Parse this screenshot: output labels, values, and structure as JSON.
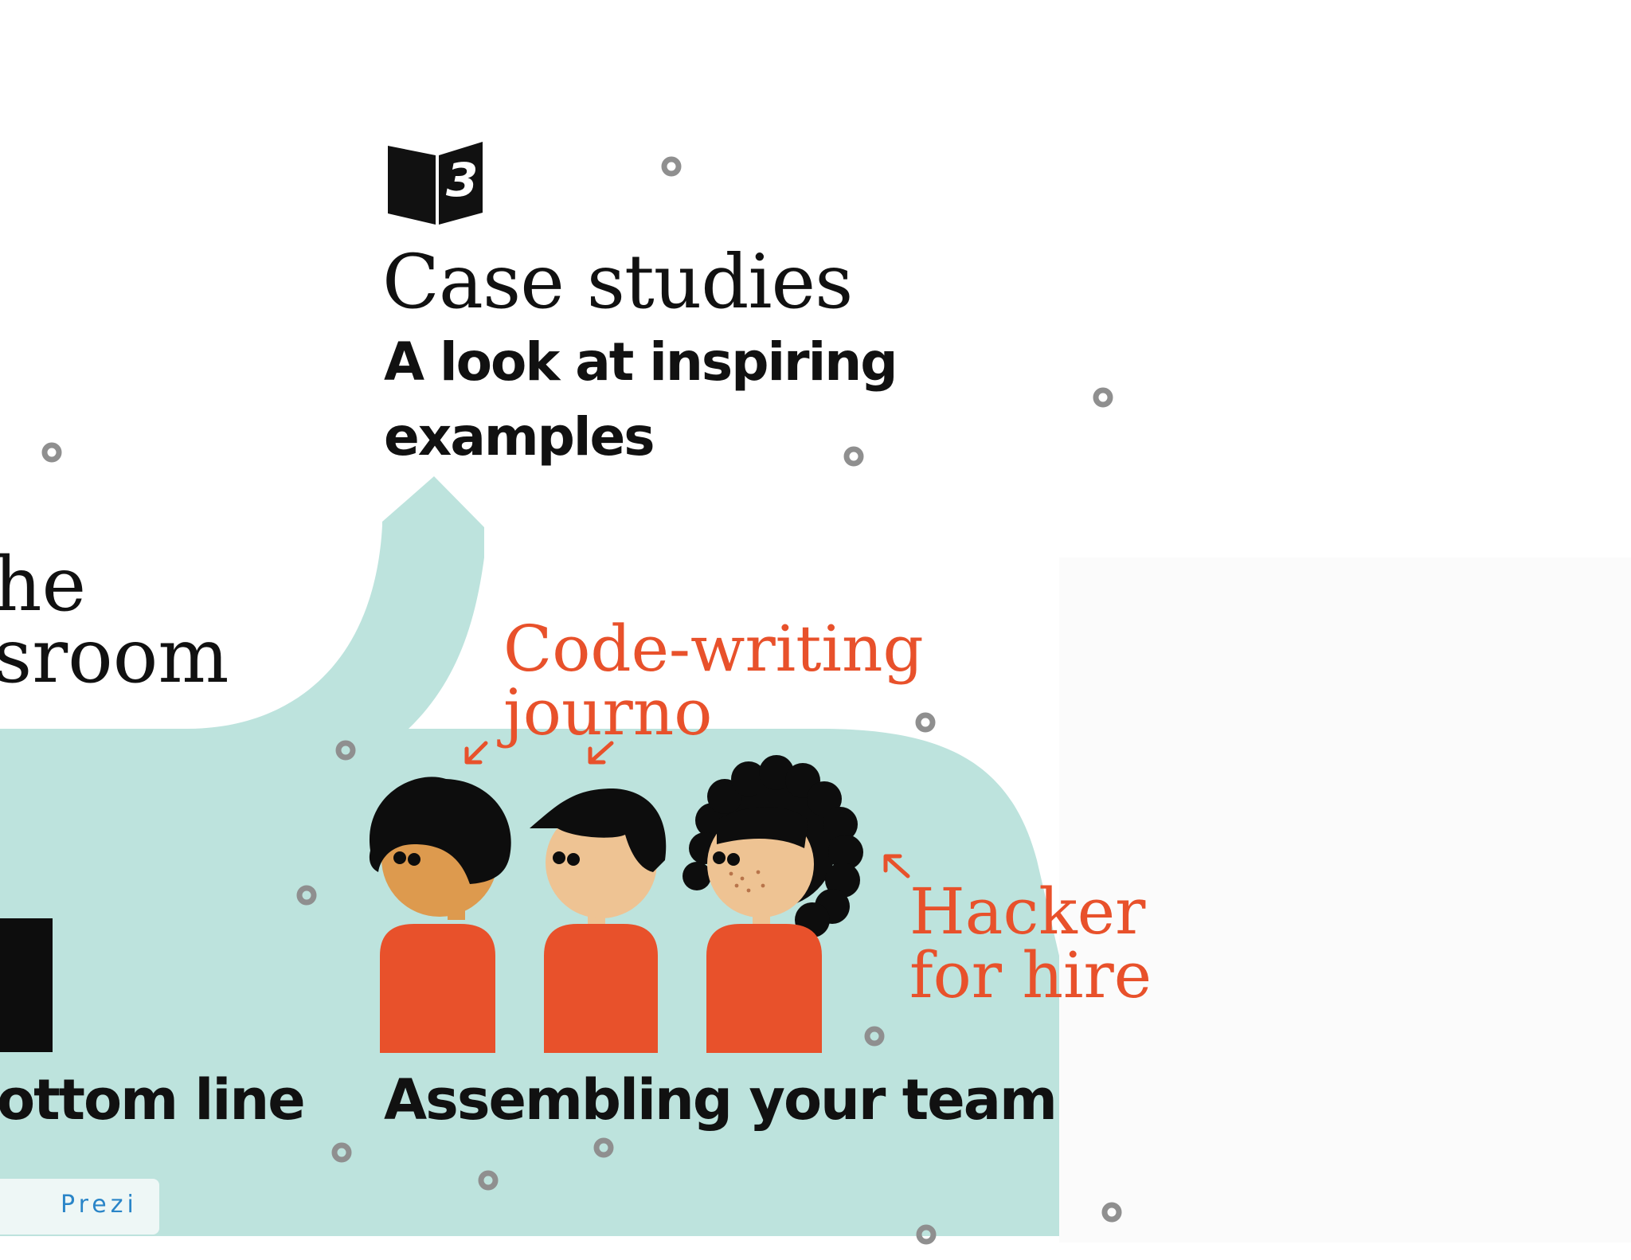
{
  "section": {
    "chapter_number": "3",
    "title": "Case studies",
    "subtitle_line1": "A look at inspiring",
    "subtitle_line2": "examples"
  },
  "left_section": {
    "title_line1": "he",
    "title_line2": "sroom",
    "label": "ottom line"
  },
  "team_section": {
    "label": "Assembling your team",
    "annotation_journo_line1": "Code-writing",
    "annotation_journo_line2": "journo",
    "annotation_hacker_line1": "Hacker",
    "annotation_hacker_line2": "for hire"
  },
  "branding": {
    "logo_text": "Prezi"
  },
  "colors": {
    "path_teal": "#bde3dd",
    "accent_orange": "#e8512b",
    "text_dark": "#111111",
    "skin_tan": "#dd9a4e",
    "skin_light": "#eec393",
    "hair_black": "#0d0d0d",
    "prezi_blue": "#2a85c8"
  },
  "icons": [
    "book-chapter-3-icon",
    "path-dot-icon",
    "arrow-icon",
    "prezi-logo-icon"
  ]
}
